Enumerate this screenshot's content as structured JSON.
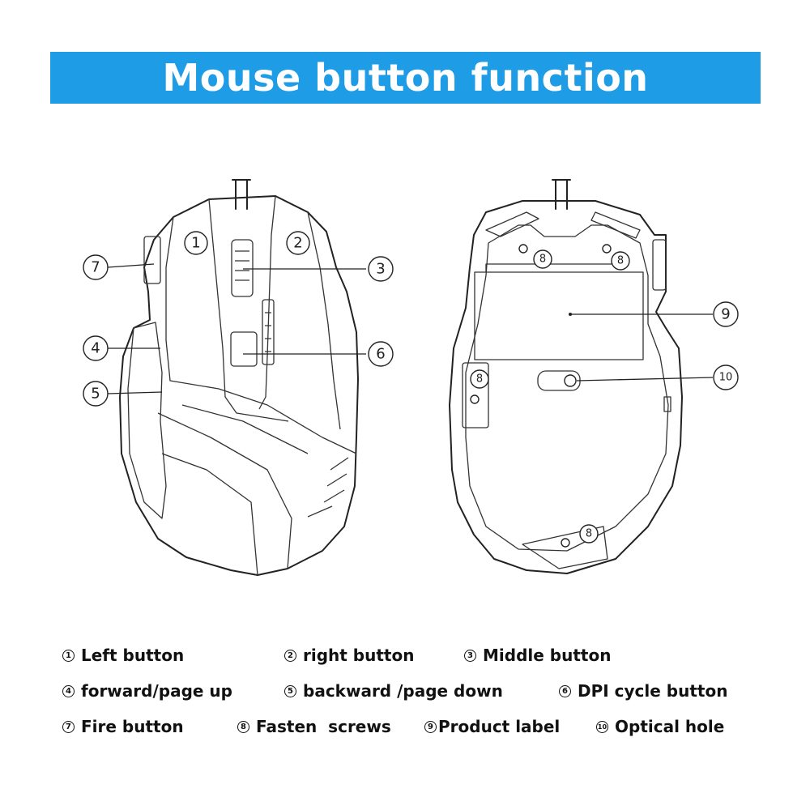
{
  "title": "Mouse button function",
  "colors": {
    "banner": "#1e9ce6",
    "title_text": "#ffffff",
    "lines": "#222222"
  },
  "callouts": {
    "left_button": "1",
    "right_button": "2",
    "middle_button": "3",
    "forward": "4",
    "backward": "5",
    "dpi": "6",
    "fire": "7",
    "screw_label": "8",
    "product_label": "9",
    "optical_hole": "10"
  },
  "legend": [
    {
      "num": "1",
      "text": "Left button"
    },
    {
      "num": "2",
      "text": "right button"
    },
    {
      "num": "3",
      "text": "Middle button"
    },
    {
      "num": "4",
      "text": "forward/page up"
    },
    {
      "num": "5",
      "text": "backward /page down"
    },
    {
      "num": "6",
      "text": "DPI cycle button"
    },
    {
      "num": "7",
      "text": "Fire button"
    },
    {
      "num": "8",
      "text": "Fasten  screws"
    },
    {
      "num": "9",
      "text": "Product label"
    },
    {
      "num": "10",
      "text": "Optical hole"
    }
  ]
}
